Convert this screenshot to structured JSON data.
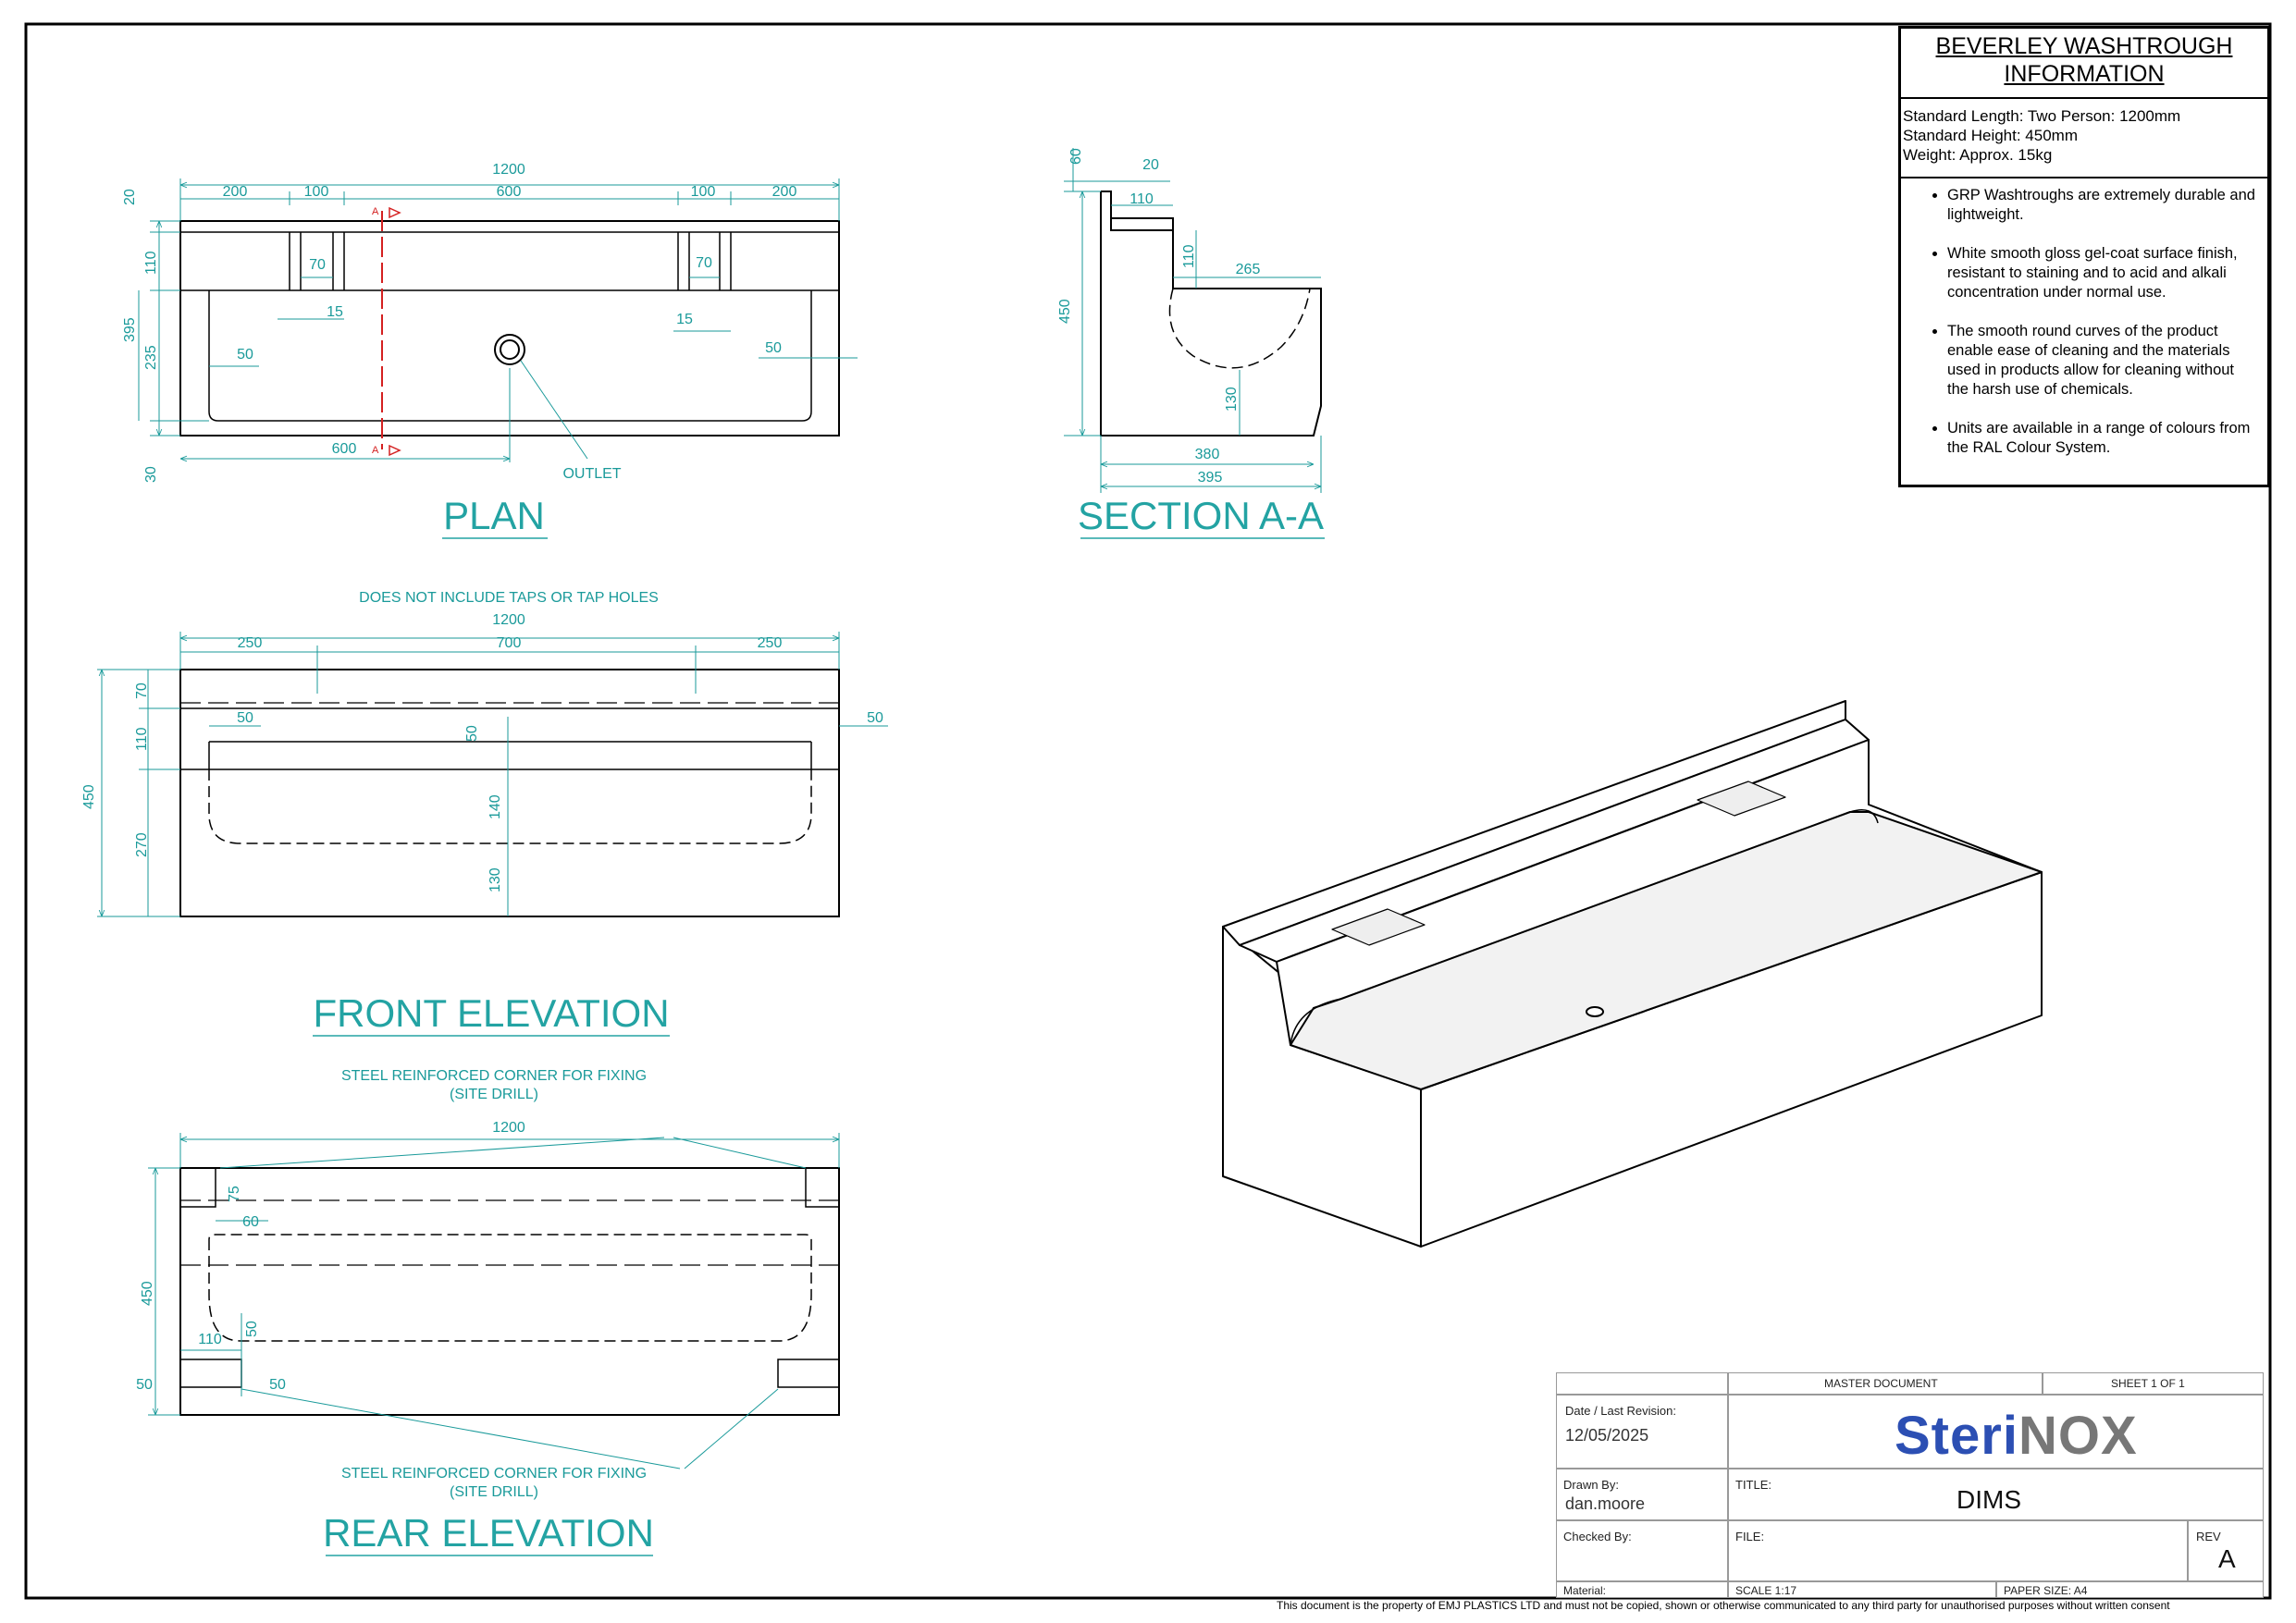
{
  "info_box": {
    "title_line1": "BEVERLEY WASHTROUGH",
    "title_line2": "INFORMATION",
    "standard_length": "Standard Length: Two Person: 1200mm",
    "standard_height": "Standard Height: 450mm",
    "weight": "Weight: Approx. 15kg",
    "bullets": [
      "GRP Washtroughs are extremely durable and lightweight.",
      "White smooth gloss gel-coat surface finish, resistant to staining and to acid and alkali concentration under normal use.",
      "The smooth round curves of the product enable ease of cleaning and the materials used in products allow for cleaning without the harsh use of chemicals.",
      "Units are available in a range of colours from the RAL Colour System."
    ]
  },
  "views": {
    "plan": {
      "title": "PLAN",
      "dims": {
        "total": "1200",
        "a": "200",
        "b": "100",
        "c": "600",
        "d": "100",
        "e": "200",
        "left20": "20",
        "left110": "110",
        "left395": "395",
        "left235": "235",
        "left30": "30",
        "slot70a": "70",
        "slot70b": "70",
        "w15a": "15",
        "w15b": "15",
        "w50a": "50",
        "w50b": "50",
        "bottom600": "600"
      },
      "outlet": "OUTLET",
      "section_mark": "A"
    },
    "section": {
      "title": "SECTION A-A",
      "dims": {
        "d60": "60",
        "d20": "20",
        "d110a": "110",
        "d110b": "110",
        "d265": "265",
        "d450": "450",
        "d130": "130",
        "d380": "380",
        "d395": "395"
      }
    },
    "front": {
      "title": "FRONT ELEVATION",
      "note": "DOES NOT INCLUDE TAPS OR TAP HOLES",
      "dims": {
        "total": "1200",
        "a": "250",
        "b": "700",
        "c": "250",
        "h450": "450",
        "h70": "70",
        "h110": "110",
        "h270": "270",
        "w50a": "50",
        "w50b": "50",
        "v50": "50",
        "v140": "140",
        "v130": "130"
      }
    },
    "rear": {
      "title": "REAR ELEVATION",
      "note_top_1": "STEEL REINFORCED CORNER FOR FIXING",
      "note_top_2": "(SITE DRILL)",
      "note_bot_1": "STEEL REINFORCED CORNER FOR FIXING",
      "note_bot_2": "(SITE DRILL)",
      "dims": {
        "total": "1200",
        "h450": "450",
        "d75": "75",
        "d60": "60",
        "d110": "110",
        "d50a": "50",
        "d50b": "50",
        "d50c": "50"
      }
    }
  },
  "title_block": {
    "master_document": "MASTER DOCUMENT",
    "sheet": "SHEET 1 OF 1",
    "date_label": "Date / Last Revision:",
    "date_value": "12/05/2025",
    "brand_a": "Steri",
    "brand_b": "NOX",
    "drawn_label": "Drawn By:",
    "drawn_value": "dan.moore",
    "title_label": "TITLE:",
    "title_value": "DIMS",
    "checked_label": "Checked By:",
    "file_label": "FILE:",
    "rev_label": "REV",
    "rev_value": "A",
    "material_label": "Material:",
    "scale": "SCALE 1:17",
    "paper": "PAPER SIZE: A4"
  },
  "disclaimer": "This document is the property of EMJ PLASTICS LTD and must not be copied, shown or otherwise communicated to any third party for unauthorised purposes without written consent",
  "colors": {
    "dimension": "#1a9a9a",
    "section_line": "#d42020",
    "brand_blue": "#2c4fb3",
    "brand_grey": "#777777"
  }
}
